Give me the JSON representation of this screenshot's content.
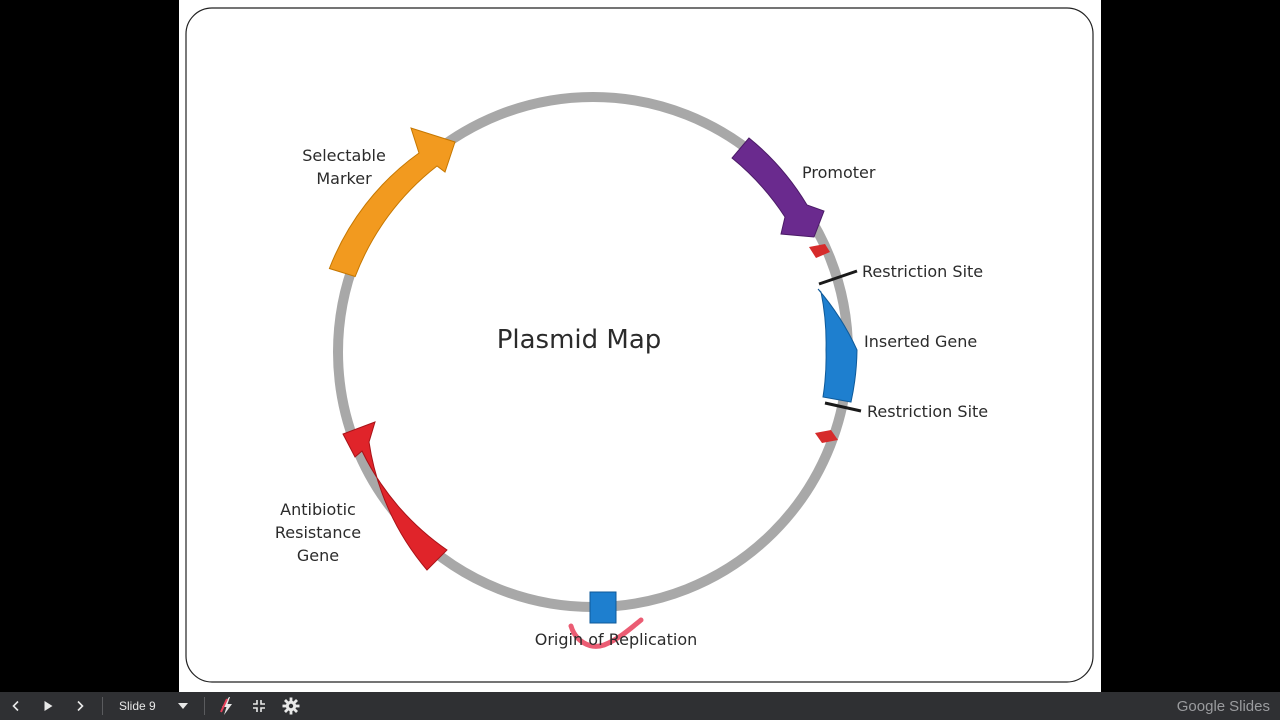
{
  "slide": {
    "title": "Plasmid Map",
    "labels": {
      "selectable_marker_line1": "Selectable",
      "selectable_marker_line2": "Marker",
      "promoter": "Promoter",
      "restriction_site_top": "Restriction Site",
      "inserted_gene": "Inserted Gene",
      "restriction_site_bottom": "Restriction Site",
      "antibiotic_line1": "Antibiotic",
      "antibiotic_line2": "Resistance",
      "antibiotic_line3": "Gene",
      "origin_of_replication": "Origin of Replication"
    },
    "colors": {
      "backbone": "#a8a8a8",
      "selectable_marker": "#f29a1f",
      "promoter": "#6a2a8e",
      "inserted_gene": "#1e7fcf",
      "restriction_marker": "#d62b2b",
      "antibiotic_resistance": "#e0242a",
      "origin": "#1e7fcf",
      "annotation_pen": "#e8405a"
    }
  },
  "toolbar": {
    "slide_label": "Slide 9",
    "brand_name": "Google",
    "brand_product": "Slides",
    "icons": [
      "chevron-left-icon",
      "play-icon",
      "chevron-right-icon",
      "dropdown-caret-icon",
      "laser-pointer-icon",
      "exit-fullscreen-icon",
      "gear-icon"
    ]
  }
}
